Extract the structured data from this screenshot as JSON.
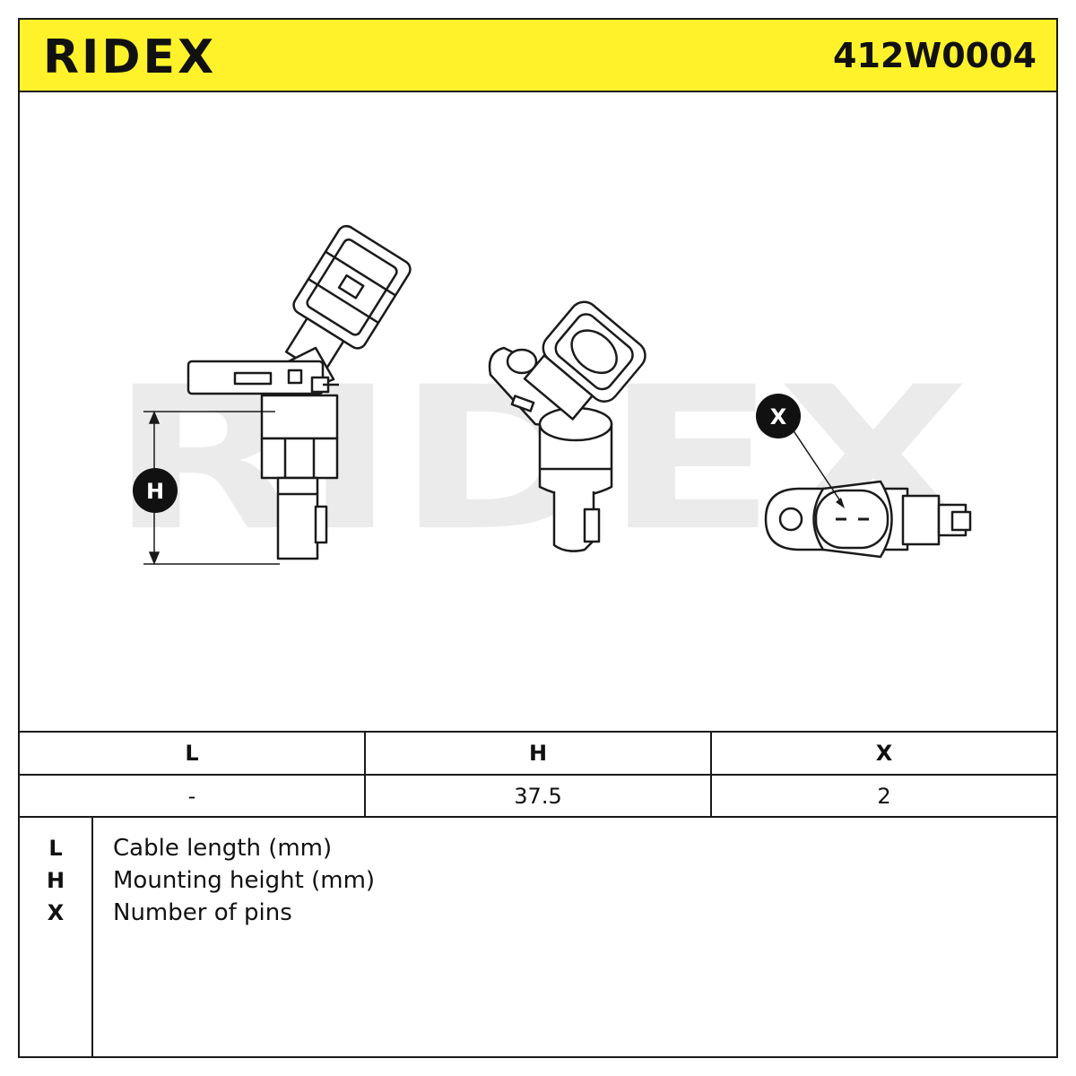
{
  "brand": {
    "logo_text": "RIDEX",
    "brand_color": "#fff22b",
    "watermark_text": "RIDEX",
    "watermark_color": "#e6e6e6"
  },
  "header": {
    "part_number": "412W0004"
  },
  "markers": {
    "h_label": "H",
    "x_label": "X"
  },
  "spec_table": {
    "columns": [
      "L",
      "H",
      "X"
    ],
    "values": [
      "-",
      "37.5",
      "2"
    ]
  },
  "legend": [
    {
      "key": "L",
      "label": "Cable length (mm)"
    },
    {
      "key": "H",
      "label": "Mounting height (mm)"
    },
    {
      "key": "X",
      "label": "Number of pins"
    }
  ]
}
